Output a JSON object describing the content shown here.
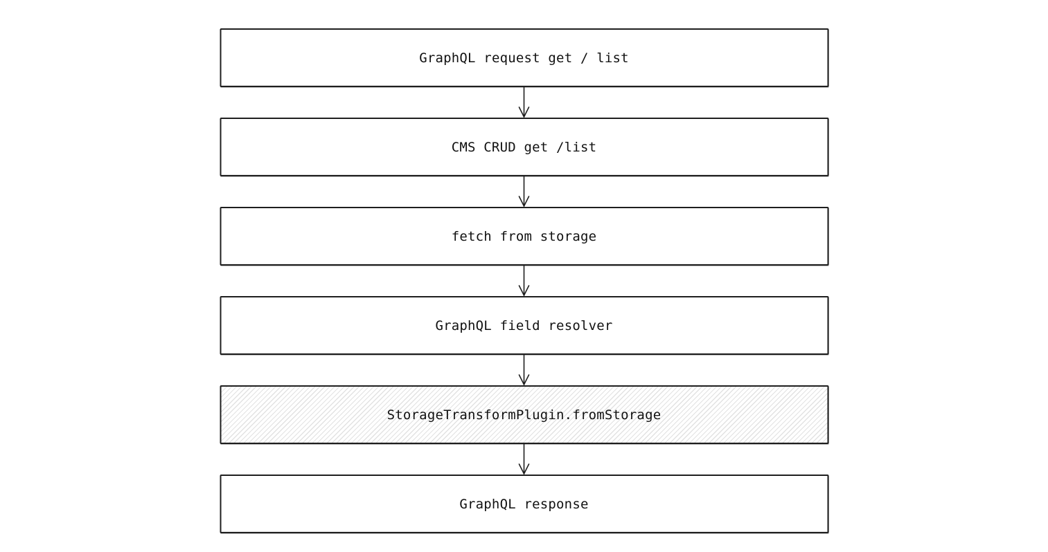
{
  "colors": {
    "background": "#ffffff",
    "stroke": "#1e1e1e",
    "text": "#111111",
    "hatch": "#e2e2e2"
  },
  "diagram": {
    "type": "flowchart",
    "direction": "top-to-bottom",
    "nodes": [
      {
        "id": "graphql-request",
        "label": "GraphQL request get / list",
        "fill": "white"
      },
      {
        "id": "cms-crud",
        "label": "CMS CRUD get /list",
        "fill": "white"
      },
      {
        "id": "fetch-from-storage",
        "label": "fetch from storage",
        "fill": "white"
      },
      {
        "id": "graphql-field-resolver",
        "label": "GraphQL field resolver",
        "fill": "white"
      },
      {
        "id": "storage-transform-plugin",
        "label": "StorageTransformPlugin.fromStorage",
        "fill": "hatched"
      },
      {
        "id": "graphql-response",
        "label": "GraphQL response",
        "fill": "white"
      }
    ],
    "connectors": [
      {
        "from": "graphql-request",
        "to": "cms-crud",
        "style": "arrow-down"
      },
      {
        "from": "cms-crud",
        "to": "fetch-from-storage",
        "style": "arrow-down"
      },
      {
        "from": "fetch-from-storage",
        "to": "graphql-field-resolver",
        "style": "arrow-down"
      },
      {
        "from": "graphql-field-resolver",
        "to": "storage-transform-plugin",
        "style": "arrow-down"
      },
      {
        "from": "storage-transform-plugin",
        "to": "graphql-response",
        "style": "arrow-down"
      }
    ]
  }
}
